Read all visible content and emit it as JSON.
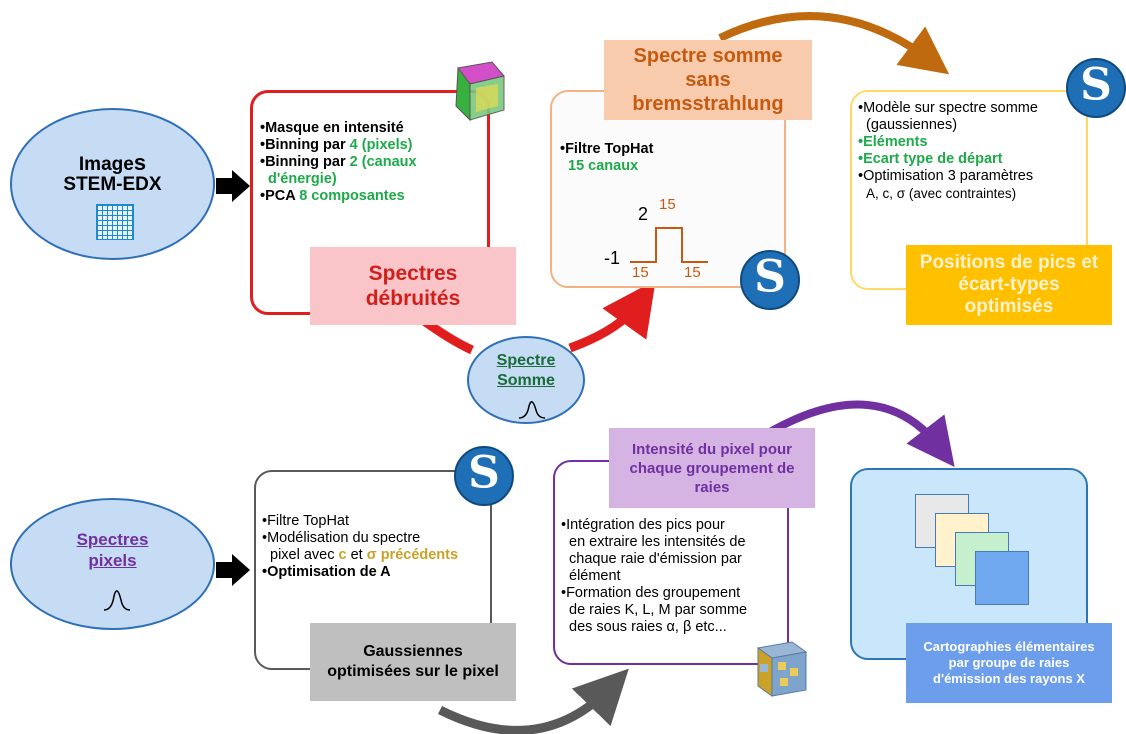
{
  "images_node": {
    "line1_a": "Image",
    "line1_b": "s",
    "line2": "STEM-EDX"
  },
  "denoise_panel": {
    "b1": "•Masque en intensité",
    "b2_pre": "•Binning par ",
    "b2_num": "4 (pixels)",
    "b3_pre": "•Binning par ",
    "b3_num": "2 (canaux",
    "b3_cont": "d'énergie)",
    "b4_pre": "•PCA ",
    "b4_num": "8 composantes",
    "label": "Spectres débruités"
  },
  "sum_spectrum_node": {
    "line1": "Spectre",
    "line2": "Somme"
  },
  "tophat_panel": {
    "header": "Spectre somme sans bremsstrahlung",
    "b1": "•Filtre TopHat",
    "b1_sub": "15 canaux",
    "kernel": {
      "high": "2",
      "low": "-1",
      "top_width": "15",
      "left_width": "15",
      "right_width": "15"
    }
  },
  "fit_panel": {
    "b1": "•Modèle sur spectre somme",
    "b1_sub": "(gaussiennes)",
    "b2": "•Eléments",
    "b3": "•Ecart type de départ",
    "b4": "•Optimisation 3 paramètres",
    "b4_sub": "A, c, σ (avec contraintes)",
    "label": "Positions de pics et écart-types optimisés"
  },
  "pixel_node": {
    "line1": "Spectres",
    "line2": "pixels"
  },
  "pixel_panel": {
    "b1": "•Filtre TopHat",
    "b2": "•Modélisation du spectre",
    "b2_sub_pre": "pixel avec ",
    "b2_c": "c",
    "b2_mid": " et ",
    "b2_sigma": "σ précédents",
    "b3": "•Optimisation de A",
    "label": "Gaussiennes optimisées sur le pixel"
  },
  "intensity_panel": {
    "header": "Intensité du pixel pour chaque groupement de raies",
    "b1": "•Intégration des pics pour",
    "b1_l2": "en extraire les intensités de",
    "b1_l3": "chaque raie d'émission par",
    "b1_l4": "élément",
    "b2": "•Formation des groupement",
    "b2_l2": "de raies K, L, M par somme",
    "b2_l3": "des sous raies α, β etc..."
  },
  "maps_panel": {
    "label": "Cartographies élémentaires par groupe de raies d'émission des rayons X"
  },
  "logos": {
    "scipy_glyph": "S"
  },
  "colors": {
    "red": "#e01e1e",
    "orange": "#f4b183",
    "orange_dark": "#c06a10",
    "gold": "#ffc000",
    "green": "#1eaa4a",
    "purple": "#7030a0",
    "gray": "#595959",
    "blue": "#2e75b6"
  }
}
